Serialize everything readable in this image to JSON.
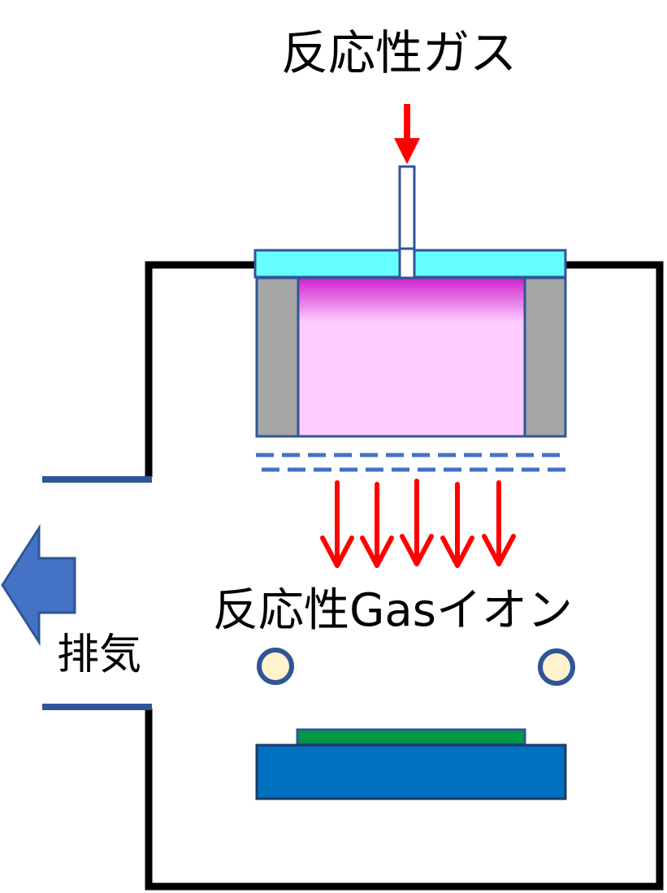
{
  "labels": {
    "reactive_gas": "反応性ガス",
    "reactive_gas_ions": "反応性Gasイオン",
    "exhaust": "排気"
  },
  "colors": {
    "chamber_wall": "#000000",
    "ion_source_lid": "#66ffff",
    "ion_source_side": "#a6a6a6",
    "plasma_top": "#cc22cc",
    "plasma_body": "#ffccff",
    "outline": "#2f5597",
    "grid": "#4472c4",
    "ion_arrows": "#ff0000",
    "exhaust_arrow": "#4472c4",
    "neutralizer_fill": "#fff2cc",
    "substrate": "#009944",
    "stage": "#0070c0"
  },
  "icons": {
    "gas_inlet_arrow": "arrow-down-icon",
    "exhaust_arrow": "arrow-left-icon"
  },
  "counts": {
    "ion_beam_arrows": 5,
    "extraction_grids": 2,
    "neutralizers": 2
  }
}
